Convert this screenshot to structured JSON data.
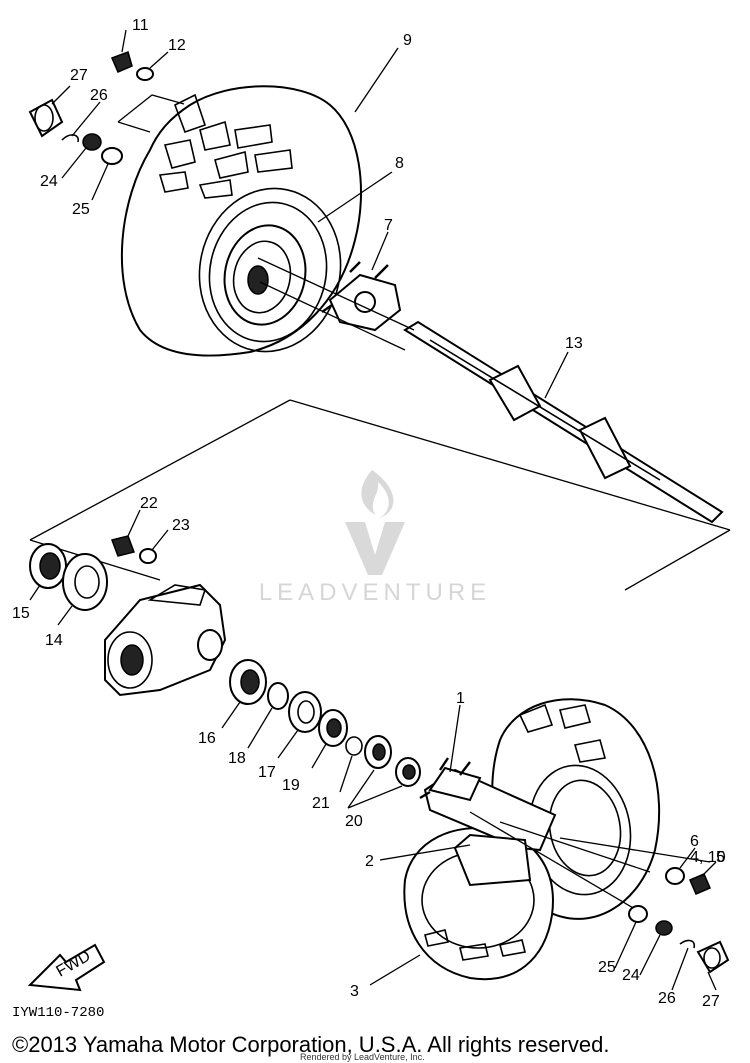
{
  "diagram": {
    "part_numbers": {
      "p1": "1",
      "p2": "2",
      "p3": "3",
      "p4_10": "4, 10",
      "p5": "5",
      "p6": "6",
      "p7": "7",
      "p8": "8",
      "p9": "9",
      "p11": "11",
      "p12": "12",
      "p13": "13",
      "p14": "14",
      "p15": "15",
      "p16": "16",
      "p17": "17",
      "p18": "18",
      "p19": "19",
      "p20": "20",
      "p21": "21",
      "p22": "22",
      "p23": "23",
      "p24_top": "24",
      "p25_top": "25",
      "p26_top": "26",
      "p27_top": "27",
      "p24_bottom": "24",
      "p25_bottom": "25",
      "p26_bottom": "26",
      "p27_bottom": "27"
    },
    "fwd_label": "FWD",
    "figure_code": "IYW110-7280",
    "watermark": "LEADVENTURE",
    "rendered_by": "Rendered by LeadVenture, Inc.",
    "copyright": "©2013 Yamaha Motor Corporation, U.S.A. All rights reserved."
  }
}
